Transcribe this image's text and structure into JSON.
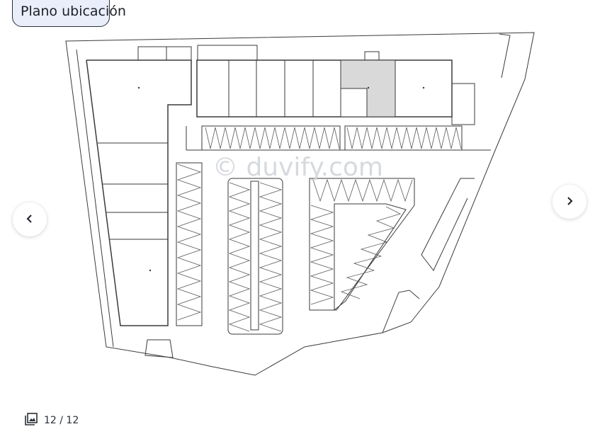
{
  "gallery": {
    "title": "Plano ubicación",
    "counter": "12 / 12",
    "watermark": "© duvify.com",
    "highlight_color": "#d9d9d9"
  },
  "icons": {
    "prev": "chevron-left-icon",
    "next": "chevron-right-icon",
    "gallery": "photo-gallery-icon"
  }
}
